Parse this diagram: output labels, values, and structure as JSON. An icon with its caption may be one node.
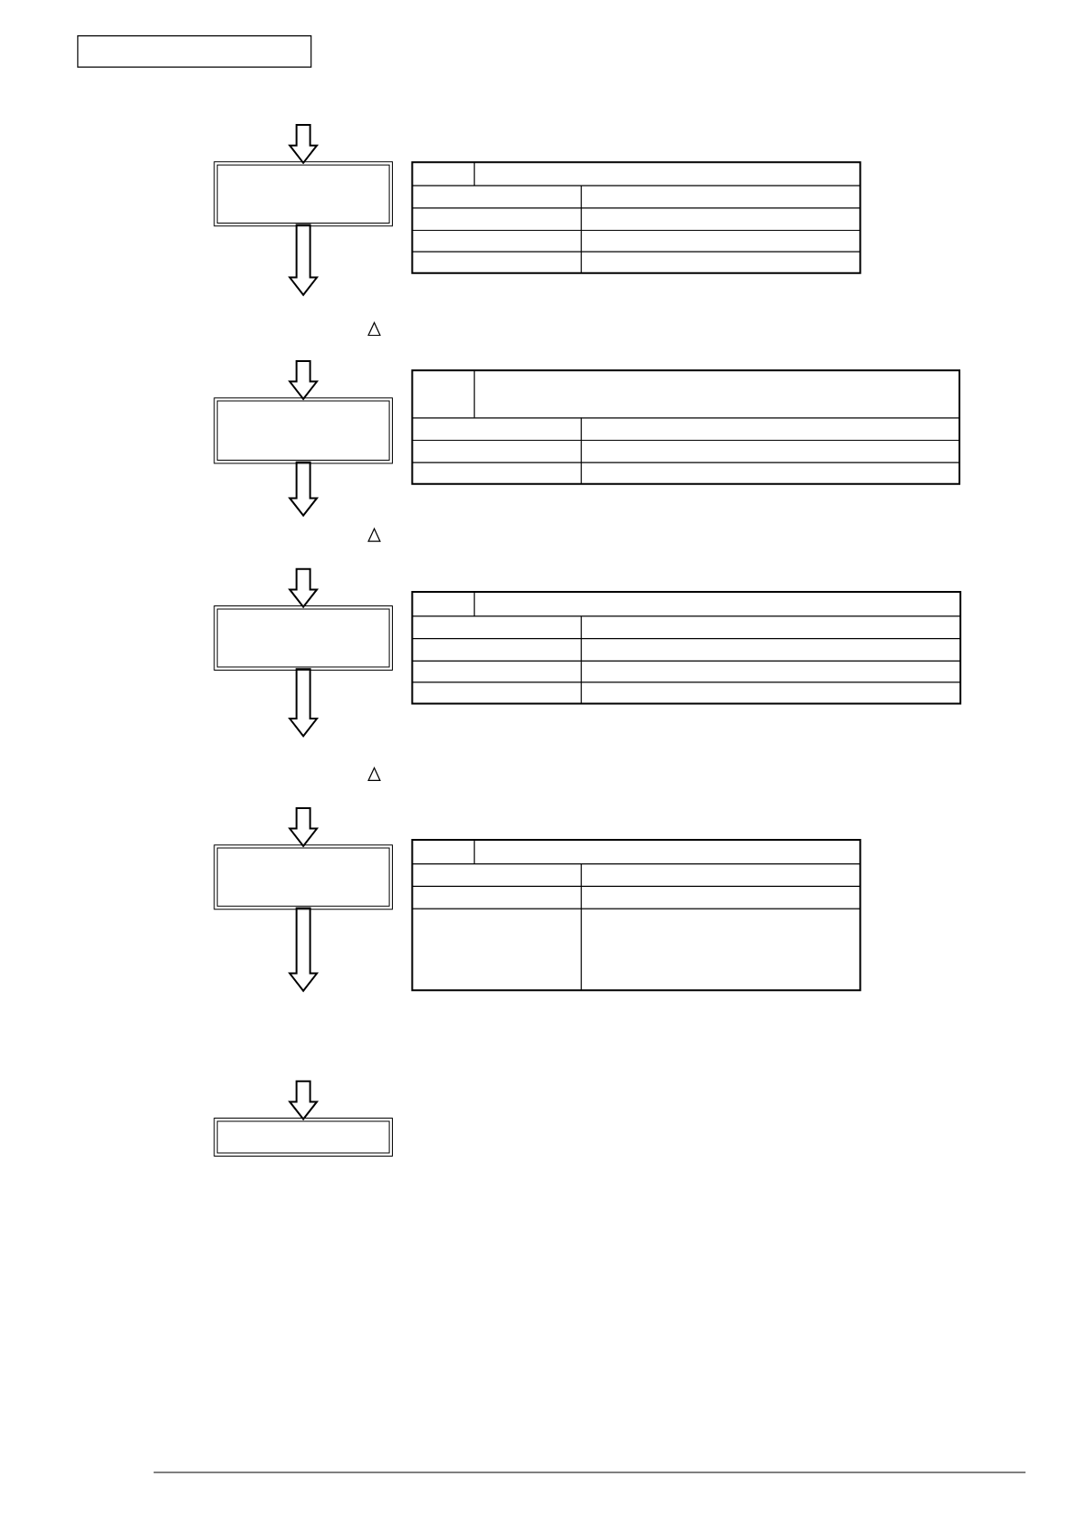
{
  "diagram": {
    "nodes": [
      {
        "text": [],
        "shape": "box"
      },
      {
        "text": [],
        "shape": "box"
      },
      {
        "text": [],
        "shape": "box"
      },
      {
        "text": [],
        "shape": "box"
      },
      {
        "text": [],
        "shape": "box"
      }
    ],
    "edges": [
      {
        "from": null,
        "to": 0,
        "arrow": "to"
      },
      {
        "from": 0,
        "to": null,
        "arrow": "to"
      },
      {
        "from": null,
        "to": 1,
        "arrow": "to"
      },
      {
        "from": 1,
        "to": null,
        "arrow": "to"
      },
      {
        "from": null,
        "to": 2,
        "arrow": "to"
      },
      {
        "from": 2,
        "to": null,
        "arrow": "to"
      },
      {
        "from": null,
        "to": 3,
        "arrow": "to"
      },
      {
        "from": 3,
        "to": null,
        "arrow": "to"
      },
      {
        "from": null,
        "to": 4,
        "arrow": "to"
      }
    ]
  }
}
